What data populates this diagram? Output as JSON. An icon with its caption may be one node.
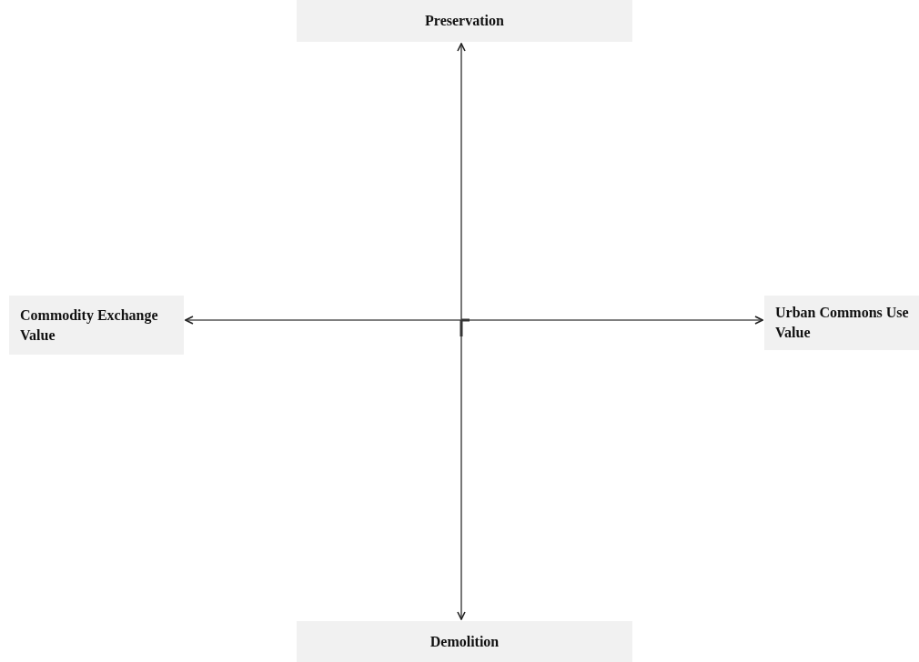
{
  "diagram": {
    "nodes": [
      {
        "text": [
          "Preservation"
        ]
      },
      {
        "text": [
          "Commodity Exchange Value"
        ]
      },
      {
        "text": [
          "Urban Commons Use Value"
        ]
      },
      {
        "text": [
          "Demolition"
        ]
      }
    ],
    "edges": [
      {
        "from": 0,
        "to": 3,
        "arrow": "both"
      },
      {
        "from": 1,
        "to": 2,
        "arrow": "both"
      }
    ]
  }
}
